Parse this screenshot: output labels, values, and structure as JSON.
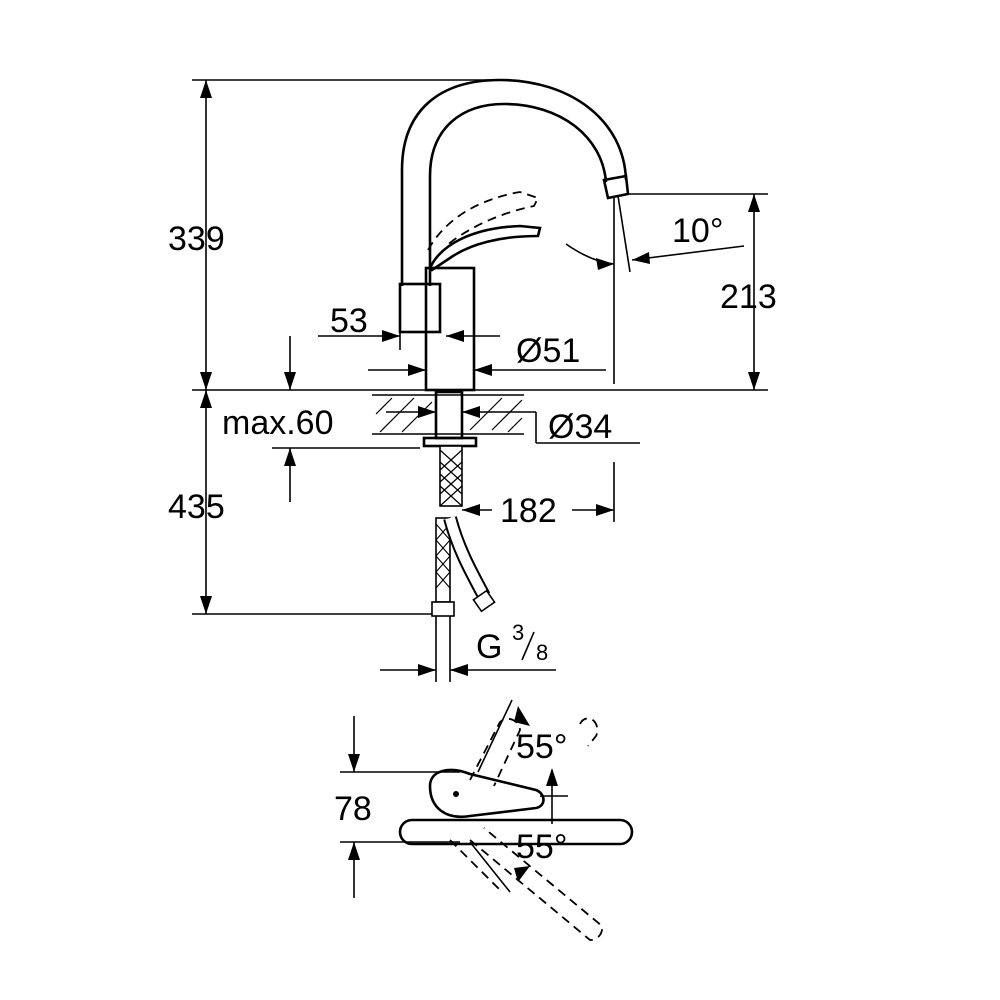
{
  "dimensions": {
    "total_height": "339",
    "spout_height": "213",
    "body_offset": "53",
    "body_diameter": "Ø51",
    "max_deck_thickness": "max.60",
    "shank_diameter": "Ø34",
    "hose_length": "435",
    "projection": "182",
    "spout_angle": "10°",
    "connection_prefix": "G",
    "connection_num": "3",
    "connection_den": "8",
    "lever_height": "78",
    "lever_angle_up": "55°",
    "lever_angle_down": "55°"
  }
}
